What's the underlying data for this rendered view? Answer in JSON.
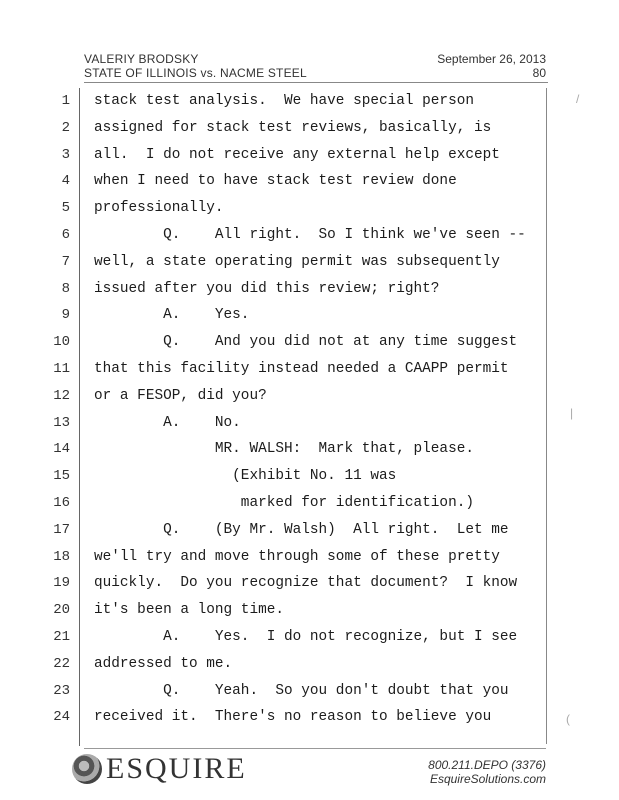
{
  "header": {
    "witness": "VALERIY BRODSKY",
    "case": "STATE OF ILLINOIS vs. NACME STEEL",
    "date": "September 26, 2013",
    "page": "80"
  },
  "lines": [
    {
      "n": "1",
      "text": "stack test analysis.  We have special person"
    },
    {
      "n": "2",
      "text": "assigned for stack test reviews, basically, is"
    },
    {
      "n": "3",
      "text": "all.  I do not receive any external help except"
    },
    {
      "n": "4",
      "text": "when I need to have stack test review done"
    },
    {
      "n": "5",
      "text": "professionally."
    },
    {
      "n": "6",
      "text": "        Q.    All right.  So I think we've seen --"
    },
    {
      "n": "7",
      "text": "well, a state operating permit was subsequently"
    },
    {
      "n": "8",
      "text": "issued after you did this review; right?"
    },
    {
      "n": "9",
      "text": "        A.    Yes."
    },
    {
      "n": "10",
      "text": "        Q.    And you did not at any time suggest"
    },
    {
      "n": "11",
      "text": "that this facility instead needed a CAAPP permit"
    },
    {
      "n": "12",
      "text": "or a FESOP, did you?"
    },
    {
      "n": "13",
      "text": "        A.    No."
    },
    {
      "n": "14",
      "text": "              MR. WALSH:  Mark that, please."
    },
    {
      "n": "15",
      "text": "                (Exhibit No. 11 was"
    },
    {
      "n": "16",
      "text": "                 marked for identification.)"
    },
    {
      "n": "17",
      "text": "        Q.    (By Mr. Walsh)  All right.  Let me"
    },
    {
      "n": "18",
      "text": "we'll try and move through some of these pretty"
    },
    {
      "n": "19",
      "text": "quickly.  Do you recognize that document?  I know"
    },
    {
      "n": "20",
      "text": "it's been a long time."
    },
    {
      "n": "21",
      "text": "        A.    Yes.  I do not recognize, but I see"
    },
    {
      "n": "22",
      "text": "addressed to me."
    },
    {
      "n": "23",
      "text": "        Q.    Yeah.  So you don't doubt that you"
    },
    {
      "n": "24",
      "text": "received it.  There's no reason to believe you"
    }
  ],
  "footer": {
    "logo_text": "ESQUIRE",
    "phone": "800.211.DEPO (3376)",
    "website": "EsquireSolutions.com"
  }
}
